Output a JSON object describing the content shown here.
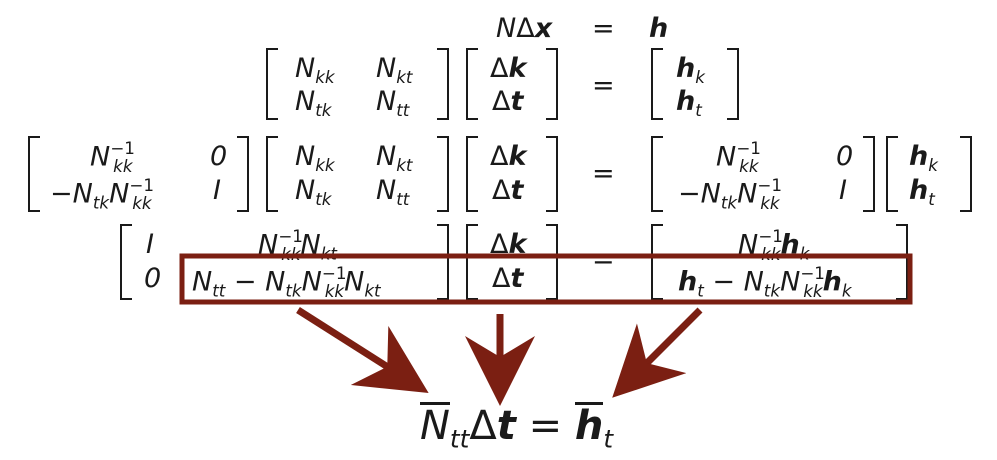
{
  "equation": {
    "N": "N",
    "Delta": "Δ",
    "x": "x",
    "eq": "=",
    "h": "h",
    "k": "k",
    "t": "t",
    "kk": "kk",
    "kt": "kt",
    "tk": "tk",
    "tt": "tt",
    "inv": "−1",
    "zero": "0",
    "I": "I",
    "minus": "−",
    "minus_sp": " − "
  },
  "colors": {
    "highlight": "#7b1f12",
    "ink": "#1a1a1a"
  }
}
